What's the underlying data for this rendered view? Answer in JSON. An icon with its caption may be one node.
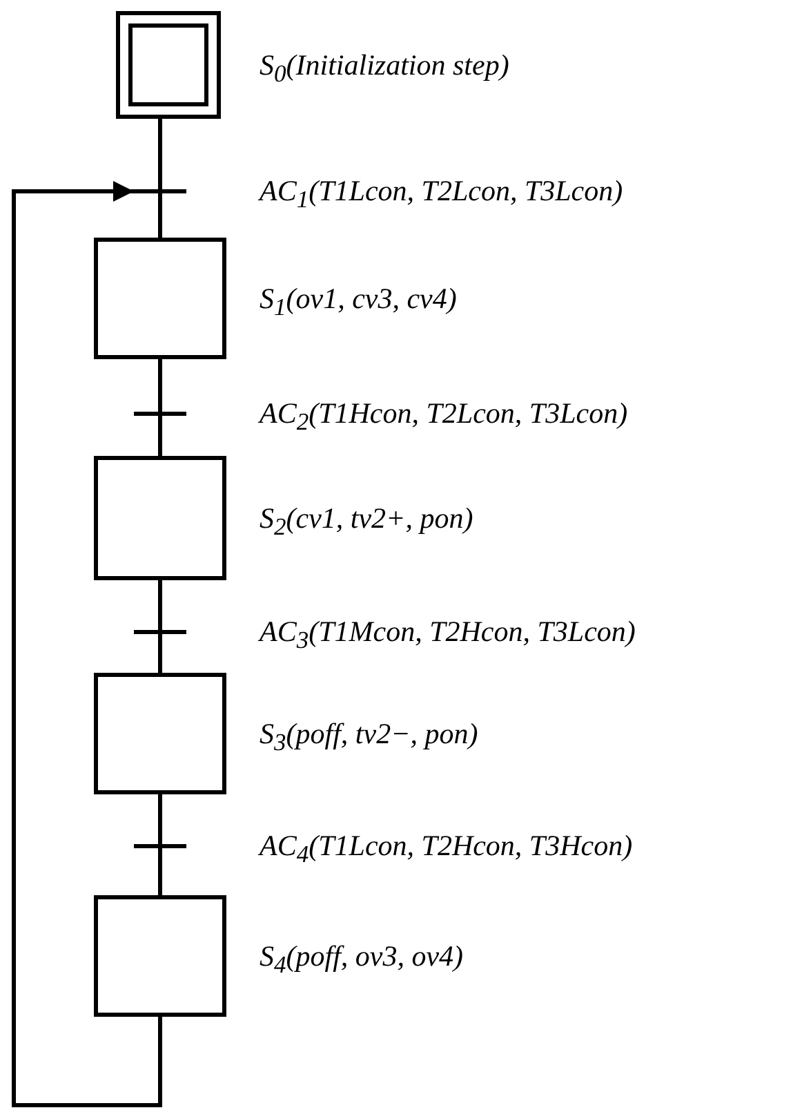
{
  "diagram": {
    "nodes": [
      {
        "text": [],
        "shape": "box",
        "beside": [
          "S$_{0}$(Initialization step)"
        ]
      },
      {
        "text": [],
        "shape": "bar"
      },
      {
        "text": [],
        "shape": "box",
        "beside": [
          "S$_{1}$(ov1, cv3, cv4)"
        ]
      },
      {
        "text": [],
        "shape": "bar"
      },
      {
        "text": [],
        "shape": "box",
        "beside": [
          "S$_{2}$(cv1, tv2+, pon)"
        ]
      },
      {
        "text": [],
        "shape": "bar"
      },
      {
        "text": [],
        "shape": "box",
        "beside": [
          "S$_{3}$(poff, tv2−, pon)"
        ]
      },
      {
        "text": [],
        "shape": "bar"
      },
      {
        "text": [],
        "shape": "box",
        "beside": [
          "S$_{4}$(poff, ov3, ov4)"
        ]
      }
    ],
    "edges": [
      {
        "from": 0,
        "to": 1,
        "arrow": "none"
      },
      {
        "from": 1,
        "to": 2,
        "arrow": "none"
      },
      {
        "from": 2,
        "to": 3,
        "arrow": "none"
      },
      {
        "from": 3,
        "to": 4,
        "arrow": "none"
      },
      {
        "from": 4,
        "to": 5,
        "arrow": "none"
      },
      {
        "from": 5,
        "to": 6,
        "arrow": "none"
      },
      {
        "from": 6,
        "to": 7,
        "arrow": "none"
      },
      {
        "from": 7,
        "to": 8,
        "arrow": "none"
      },
      {
        "from": 8,
        "to": 1,
        "arrow": "to"
      }
    ],
    "labels": [
      "AC$_{1}$(T1Lcon, T2Lcon, T3Lcon)",
      "AC$_{2}$(T1Hcon, T2Lcon, T3Lcon)",
      "AC$_{3}$(T1Mcon, T2Hcon, T3Lcon)",
      "AC$_{4}$(T1Lcon, T2Hcon, T3Hcon)"
    ]
  }
}
